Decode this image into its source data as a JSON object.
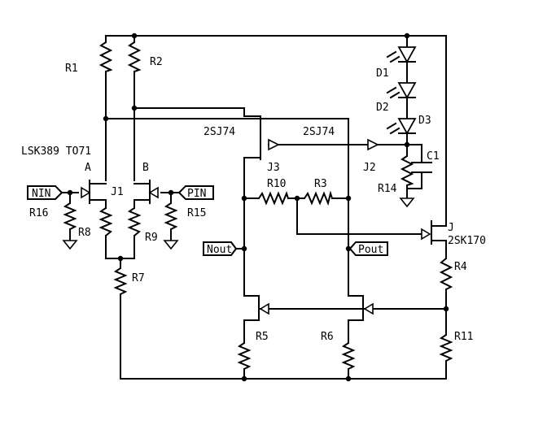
{
  "labels": {
    "r1": "R1",
    "r2": "R2",
    "d1": "D1",
    "d2": "D2",
    "d3": "D3",
    "c1": "C1",
    "r14": "R14",
    "j3_part": "2SJ74",
    "j2_part": "2SJ74",
    "j3": "J3",
    "j2": "J2",
    "dual_part": "LSK389 TO71",
    "a": "A",
    "b": "B",
    "j1": "J1",
    "r10": "R10",
    "r3": "R3",
    "nin": "NIN",
    "pin": "PIN",
    "r16": "R16",
    "r15": "R15",
    "r8": "R8",
    "r9": "R9",
    "nout": "Nout",
    "pout": "Pout",
    "j": "J",
    "j_part": "2SK170",
    "r4": "R4",
    "r7": "R7",
    "r5": "R5",
    "r6": "R6",
    "r11": "R11"
  }
}
